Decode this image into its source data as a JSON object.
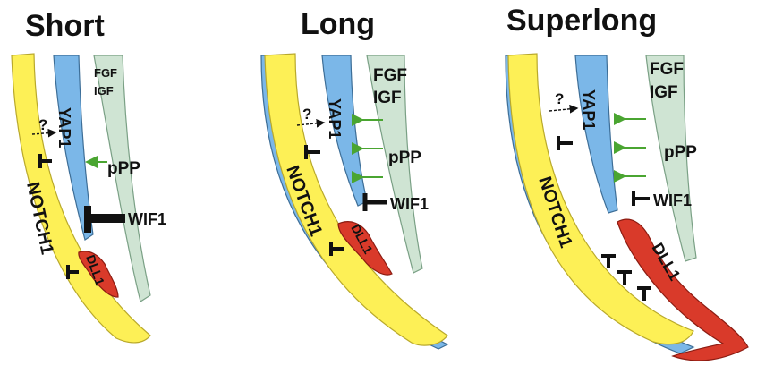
{
  "panels": [
    {
      "title": "Short",
      "notch_label": "NOTCH1",
      "yap_label": "YAP1",
      "fgf_label": "FGF",
      "igf_label": "IGF",
      "ppp_label": "pPP",
      "wif_label": "WIF1",
      "dll_label": "DLL1",
      "question": "?"
    },
    {
      "title": "Long",
      "notch_label": "NOTCH1",
      "yap_label": "YAP1",
      "fgf_label": "FGF",
      "igf_label": "IGF",
      "ppp_label": "pPP",
      "wif_label": "WIF1",
      "dll_label": "DLL1",
      "question": "?"
    },
    {
      "title": "Superlong",
      "notch_label": "NOTCH1",
      "yap_label": "YAP1",
      "fgf_label": "FGF",
      "igf_label": "IGF",
      "ppp_label": "pPP",
      "wif_label": "WIF1",
      "dll_label": "DLL1",
      "question": "?"
    }
  ],
  "colors": {
    "notch": "#fdf056",
    "yap": "#7bb7e8",
    "mesoderm": "#cfe4d3",
    "dll": "#d93a2a",
    "arrow_green": "#4aa531"
  }
}
